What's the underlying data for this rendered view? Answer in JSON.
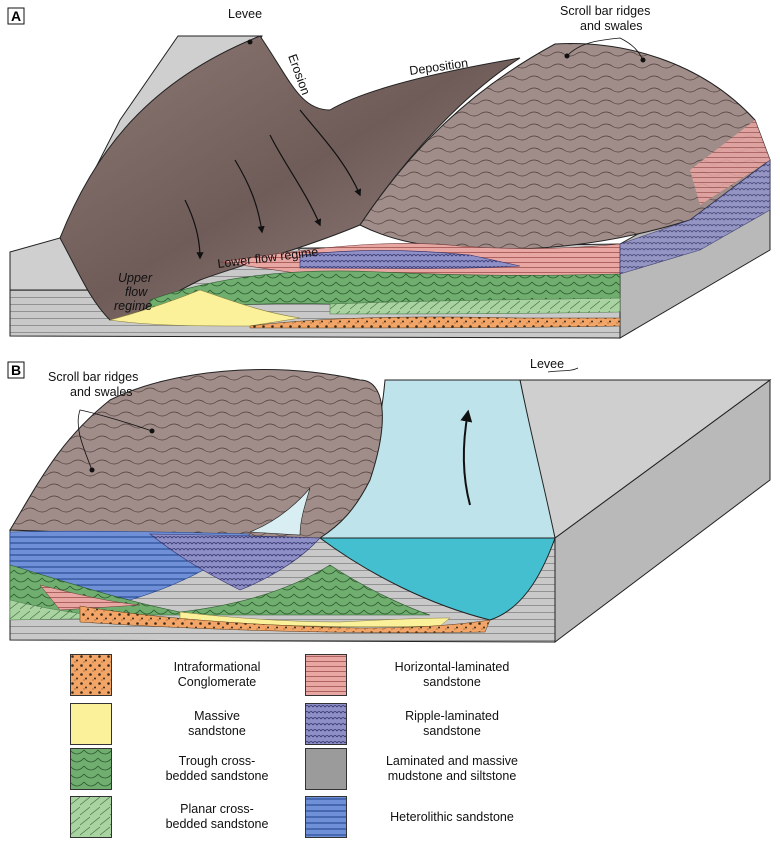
{
  "panel_a": {
    "label": "A",
    "levee": "Levee",
    "scroll_bar": [
      "Scroll bar ridges",
      "and swales"
    ],
    "erosion": "Erosion",
    "deposition": "Deposition",
    "lower_flow": "Lower flow regime",
    "upper_flow": [
      "Upper",
      "flow",
      "regime"
    ]
  },
  "panel_b": {
    "label": "B",
    "levee": "Levee",
    "scroll_bar": [
      "Scroll bar ridges",
      "and swales"
    ]
  },
  "legend": [
    {
      "id": "intraformational-conglomerate",
      "text": "Intraformational\nConglomerate",
      "color": "#f2a566"
    },
    {
      "id": "massive-sandstone",
      "text": "Massive\nsandstone",
      "color": "#fbf19a"
    },
    {
      "id": "trough-cross-bedded-sandstone",
      "text": "Trough cross-\nbedded sandstone",
      "color": "#6fae6e"
    },
    {
      "id": "planar-cross-bedded-sandstone",
      "text": "Planar cross-\nbedded sandstone",
      "color": "#a9d3a0"
    },
    {
      "id": "horizontal-laminated-sandstone",
      "text": "Horizontal-laminated\nsandstone",
      "color": "#e9a7a4"
    },
    {
      "id": "ripple-laminated-sandstone",
      "text": "Ripple-laminated\nsandstone",
      "color": "#8f8fc7"
    },
    {
      "id": "laminated-massive-mudstone",
      "text": "Laminated and massive\nmudstone and siltstone",
      "color": "#9b9b9b"
    },
    {
      "id": "heterolithic-sandstone",
      "text": "Heterolithic sandstone",
      "color": "#6f90d6"
    }
  ]
}
